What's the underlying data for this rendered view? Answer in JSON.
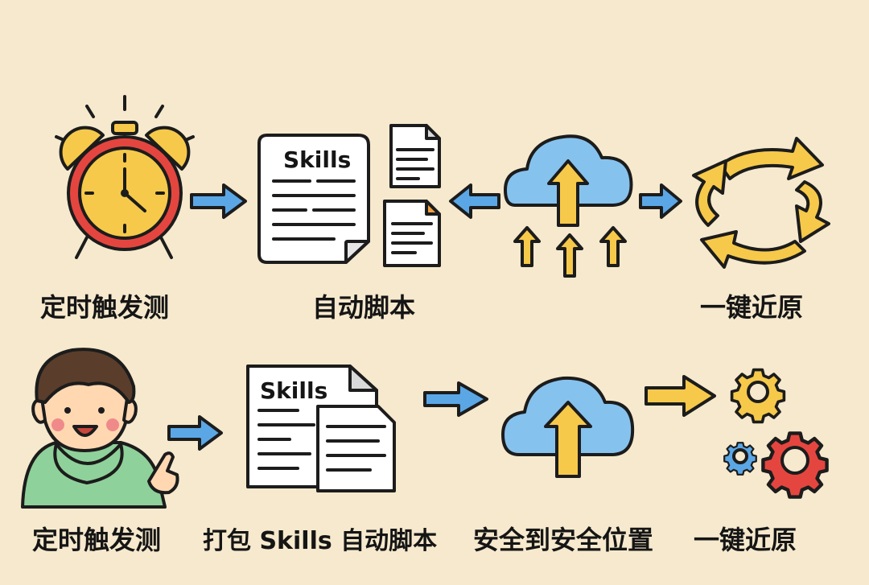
{
  "colors": {
    "background": "#f6e9cd",
    "yellow": "#f6c94a",
    "blue": "#5ba7e6",
    "cloud": "#86c2ee",
    "red": "#e4463f",
    "green": "#8fd19a",
    "ink": "#1c1c1c"
  },
  "row1": {
    "label_timer": "定时触发测",
    "label_script": "自动脚本",
    "label_restore": "一键近原",
    "doc_title": "Skills"
  },
  "row2": {
    "label_timer": "定时触发测",
    "label_package": "打包 Skills 自动脚本",
    "label_secure": "安全到安全位置",
    "label_restore": "一键近原",
    "doc_title": "Skills"
  },
  "icons": [
    "alarm-clock-icon",
    "document-icon",
    "small-document-icon",
    "cloud-upload-icon",
    "up-arrow-icon",
    "cycle-arrows-icon",
    "person-pointing-icon",
    "gear-icon"
  ]
}
